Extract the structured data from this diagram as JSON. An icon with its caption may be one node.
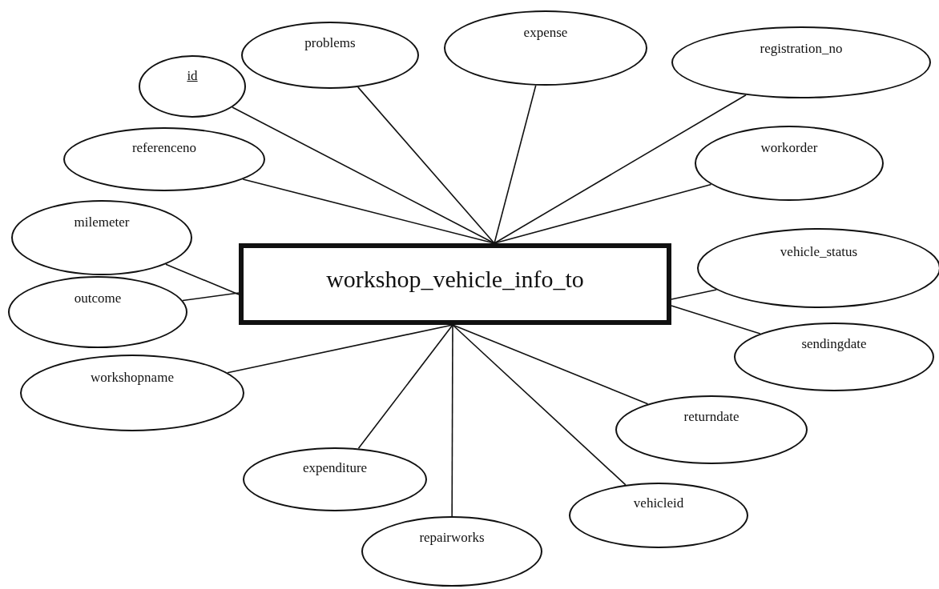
{
  "diagram": {
    "nodes": [
      {
        "text": [
          "problems"
        ]
      },
      {
        "text": [
          "expense"
        ]
      },
      {
        "text": [
          "id"
        ]
      },
      {
        "text": [
          "registration_no"
        ]
      },
      {
        "text": [
          "referenceno"
        ]
      },
      {
        "text": [
          "workorder"
        ]
      },
      {
        "text": [
          "workshop_vehicle_info_to"
        ]
      },
      {
        "text": [
          "milemeter"
        ]
      },
      {
        "text": [
          "vehicle_status"
        ]
      },
      {
        "text": [
          "outcome"
        ]
      },
      {
        "text": [
          "sendingdate"
        ]
      },
      {
        "text": [
          "workshopname"
        ]
      },
      {
        "text": [
          "returndate"
        ]
      },
      {
        "text": [
          "expenditure"
        ]
      },
      {
        "text": [
          "vehicleid"
        ]
      },
      {
        "text": [
          "repairworks"
        ]
      }
    ],
    "edges": [
      {
        "from": 0,
        "to": 6,
        "arrow": "none"
      },
      {
        "from": 1,
        "to": 6,
        "arrow": "none"
      },
      {
        "from": 2,
        "to": 6,
        "arrow": "none"
      },
      {
        "from": 3,
        "to": 6,
        "arrow": "none"
      },
      {
        "from": 4,
        "to": 6,
        "arrow": "none"
      },
      {
        "from": 5,
        "to": 6,
        "arrow": "none"
      },
      {
        "from": 7,
        "to": 6,
        "arrow": "none"
      },
      {
        "from": 8,
        "to": 6,
        "arrow": "none"
      },
      {
        "from": 9,
        "to": 6,
        "arrow": "none"
      },
      {
        "from": 10,
        "to": 6,
        "arrow": "none"
      },
      {
        "from": 11,
        "to": 6,
        "arrow": "none"
      },
      {
        "from": 12,
        "to": 6,
        "arrow": "none"
      },
      {
        "from": 13,
        "to": 6,
        "arrow": "none"
      },
      {
        "from": 14,
        "to": 6,
        "arrow": "none"
      },
      {
        "from": 15,
        "to": 6,
        "arrow": "none"
      }
    ]
  }
}
